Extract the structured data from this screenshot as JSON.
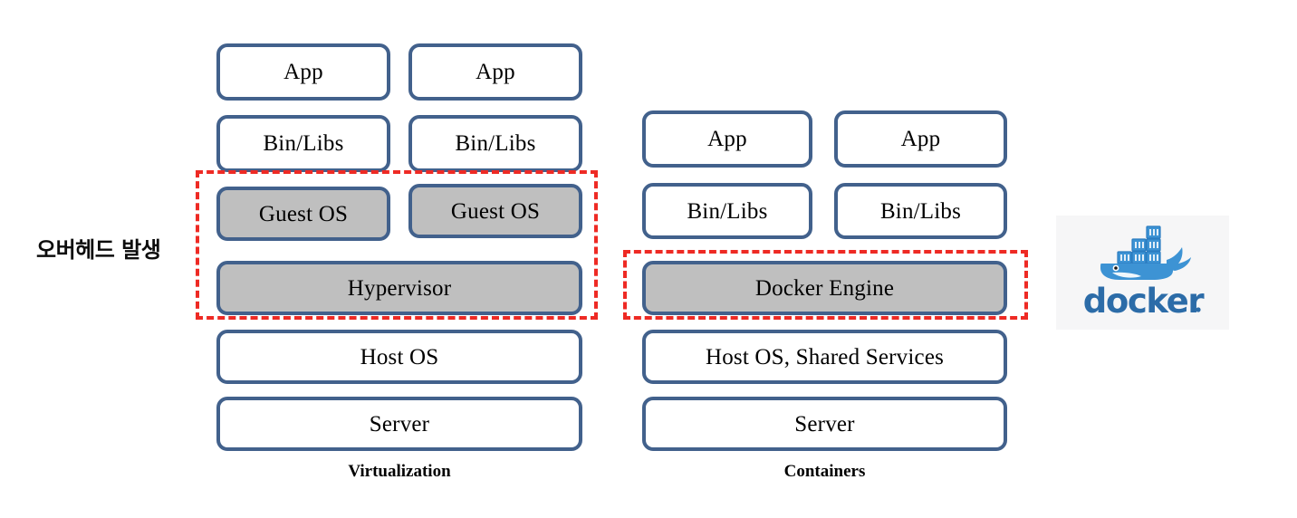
{
  "diagram": {
    "title_hidden": "",
    "annotation_korean": "오버헤드 발생",
    "colors": {
      "box_border": "#42618c",
      "box_fill_white": "#ffffff",
      "box_fill_gray": "#bfbfbf",
      "highlight_dashed": "#ee2a24",
      "docker_blue": "#3d93d4",
      "docker_wordmark_blue": "#2c6ca8",
      "docker_logo_bg": "#f6f6f7",
      "text": "#000000"
    }
  },
  "virtualization": {
    "caption": "Virtualization",
    "apps": [
      "App",
      "App"
    ],
    "binlibs": [
      "Bin/Libs",
      "Bin/Libs"
    ],
    "guest_os": [
      "Guest OS",
      "Guest OS"
    ],
    "hypervisor": "Hypervisor",
    "host_os": "Host OS",
    "server": "Server"
  },
  "containers": {
    "caption": "Containers",
    "apps": [
      "App",
      "App"
    ],
    "binlibs": [
      "Bin/Libs",
      "Bin/Libs"
    ],
    "docker_engine": "Docker Engine",
    "host_os": "Host OS, Shared Services",
    "server": "Server"
  },
  "docker_logo": {
    "wordmark": "docker",
    "wordmark_suffix": ".",
    "alt": "docker-whale-logo"
  }
}
